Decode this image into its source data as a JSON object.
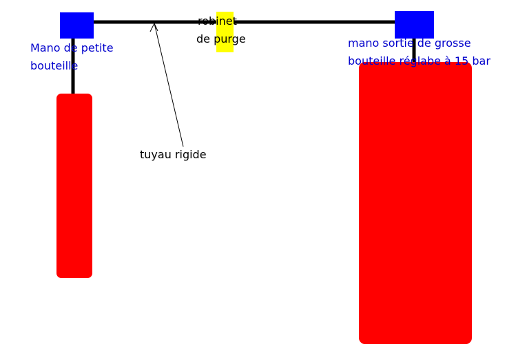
{
  "colors": {
    "cylinder": "#FF0000",
    "gauge": "#0000FF",
    "valve": "#FFFF00",
    "pipe": "#000000",
    "label_blue": "#0000CC",
    "label_black": "#000000"
  },
  "labels": {
    "small_gauge_line1": "Mano de petite",
    "small_gauge_line2": "bouteille",
    "valve_line1": "robinet",
    "valve_line2": "de purge",
    "big_gauge_line1": "mano sortie de grosse",
    "big_gauge_line2": "bouteille réglabe à 15 bar",
    "pipe_label": "tuyau rigide"
  }
}
